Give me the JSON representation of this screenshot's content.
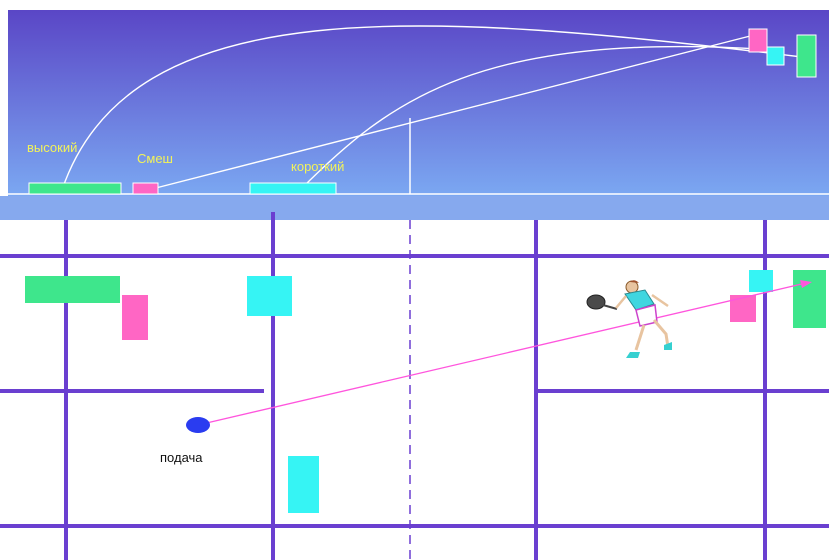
{
  "labels": {
    "high": "высокий",
    "smash": "Смеш",
    "short": "короткий",
    "serve": "подача"
  },
  "icons": {
    "player": "badminton-player-icon",
    "shuttle": "serve-point-icon"
  },
  "colors": {
    "sky_top": "#5a4ac8",
    "sky_bottom": "#7aa6f0",
    "band": "#86a9ee",
    "court_line": "#6a3fd0",
    "high": "#3ee68c",
    "smash": "#ff66c4",
    "short": "#36f4f4",
    "trajectory": "#ffffff",
    "serve_line": "#ff55dd",
    "serve_point": "#2a3cf0",
    "label_yellow": "#f2f25a"
  }
}
